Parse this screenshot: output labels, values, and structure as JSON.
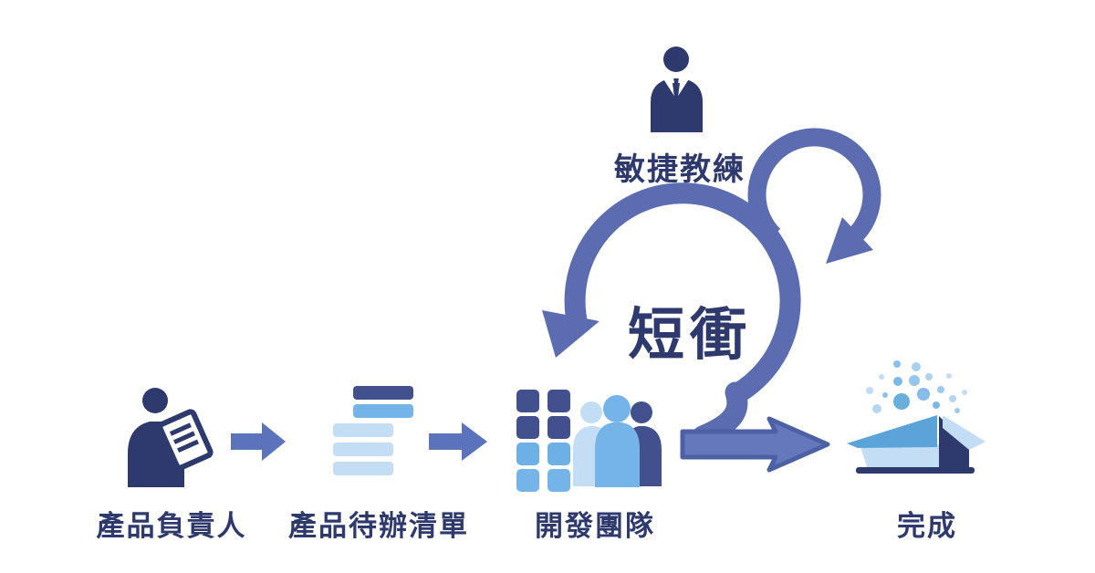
{
  "nodes": {
    "agile_coach": {
      "label": "敏捷教練"
    },
    "sprint": {
      "label": "短衝"
    },
    "product_owner": {
      "label": "產品負責人"
    },
    "product_backlog": {
      "label": "產品待辦清單"
    },
    "dev_team": {
      "label": "開發團隊"
    },
    "done": {
      "label": "完成"
    }
  },
  "colors": {
    "navy": "#2e3a6e",
    "indigo": "#43508e",
    "loop_blue": "#5b6cb0",
    "arrow_fill": "#6478bb",
    "arrow_outline": "#4d5fa5",
    "small_arrow": "#5a73bb",
    "sky": "#74b4e9",
    "sky_deep": "#6cb0e6",
    "pale_blue": "#c3ddf4",
    "flap_blue": "#5ba4d9",
    "white": "#ffffff",
    "background": "#ffffff",
    "text": "#2e3a6e"
  }
}
